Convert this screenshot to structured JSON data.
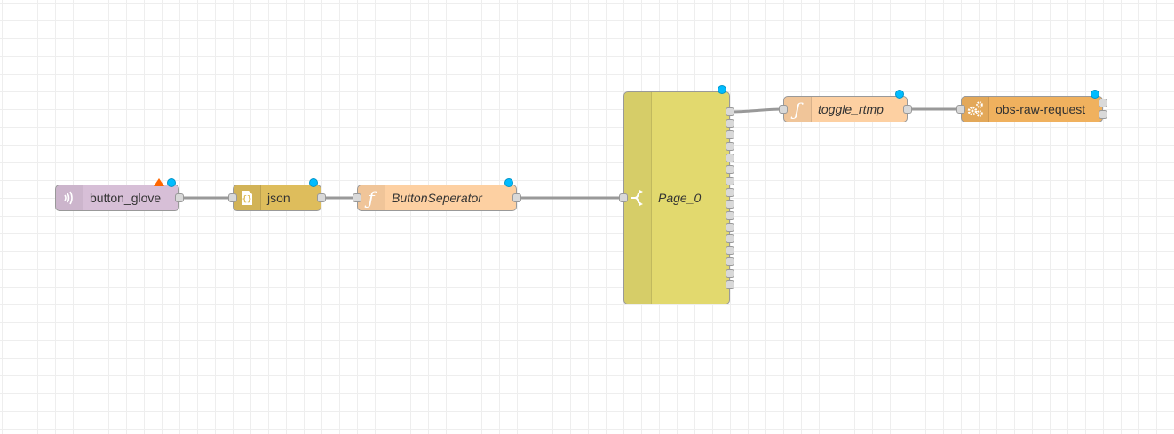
{
  "canvas": {
    "name": "node-red-flow-workspace"
  },
  "nodes": [
    {
      "id": "button_glove",
      "label": "button_glove",
      "type": "input",
      "icon": "wireless-icon",
      "color": "#d7bfd7",
      "italic": false,
      "inputs": 0,
      "outputs": 1,
      "changed": true,
      "warning": true
    },
    {
      "id": "json",
      "label": "json",
      "type": "json",
      "icon": "json-braces-icon",
      "color": "#debd5c",
      "italic": false,
      "inputs": 1,
      "outputs": 1,
      "changed": true,
      "warning": false
    },
    {
      "id": "ButtonSeperator",
      "label": "ButtonSeperator",
      "type": "function",
      "icon": "function-icon",
      "color": "#fdd0a2",
      "italic": true,
      "inputs": 1,
      "outputs": 1,
      "changed": true,
      "warning": false
    },
    {
      "id": "Page_0",
      "label": "Page_0",
      "type": "switch",
      "icon": "switch-icon",
      "color": "#e2d96e",
      "italic": true,
      "inputs": 1,
      "outputs": 16,
      "changed": true,
      "warning": false
    },
    {
      "id": "toggle_rtmp",
      "label": "toggle_rtmp",
      "type": "function",
      "icon": "function-icon",
      "color": "#fdd0a2",
      "italic": true,
      "inputs": 1,
      "outputs": 1,
      "changed": true,
      "warning": false
    },
    {
      "id": "obs-raw-request",
      "label": "obs-raw-request",
      "type": "obs",
      "icon": "gears-icon",
      "color": "#f0b15e",
      "italic": false,
      "inputs": 1,
      "outputs": 2,
      "changed": true,
      "warning": false
    }
  ],
  "wires": [
    {
      "from": "button_glove",
      "from_port": 0,
      "to": "json"
    },
    {
      "from": "json",
      "from_port": 0,
      "to": "ButtonSeperator"
    },
    {
      "from": "ButtonSeperator",
      "from_port": 0,
      "to": "Page_0"
    },
    {
      "from": "Page_0",
      "from_port": 0,
      "to": "toggle_rtmp"
    },
    {
      "from": "toggle_rtmp",
      "from_port": 0,
      "to": "obs-raw-request"
    }
  ],
  "colors": {
    "status_dot": "#00bcff",
    "warning": "#ff6600",
    "wire": "#999999",
    "port": "#d9d9d9"
  }
}
